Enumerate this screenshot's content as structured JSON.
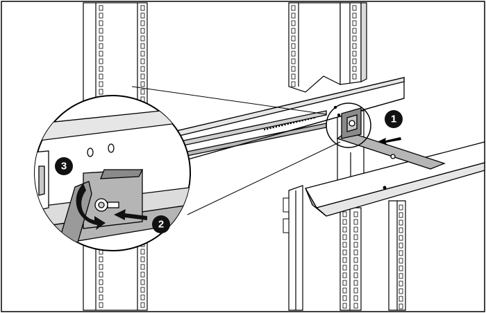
{
  "callouts": [
    {
      "id": "step-1",
      "label": "1"
    },
    {
      "id": "step-2",
      "label": "2"
    },
    {
      "id": "step-3",
      "label": "3"
    }
  ],
  "colors": {
    "line": "#000000",
    "paper": "#ffffff",
    "light_gray": "#e6e6e6",
    "mid_gray": "#b5b5b5",
    "dark_gray": "#7a7a7a",
    "callout_fill": "#111111"
  }
}
